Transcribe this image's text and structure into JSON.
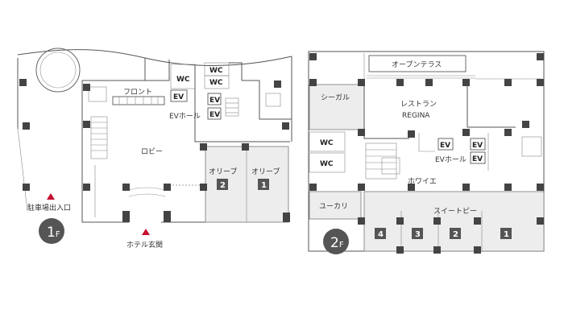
{
  "floor1": {
    "badge": {
      "number": "1",
      "suffix": "F"
    },
    "labels": {
      "front": "フロント",
      "wc_a": "WC",
      "wc_b": "WC",
      "wc_c": "WC",
      "ev_a": "EV",
      "ev_b": "EV",
      "ev_c": "EV",
      "ev_hall": "EVホール",
      "lobby": "ロビー",
      "olive_left": "オリーブ",
      "olive_right": "オリーブ",
      "olive_num_left": "2",
      "olive_num_right": "1",
      "parking": "駐車場出入口",
      "hotel_entrance": "ホテル玄関"
    }
  },
  "floor2": {
    "badge": {
      "number": "2",
      "suffix": "F"
    },
    "labels": {
      "open_terrace": "オープンテラス",
      "seagull": "シーガル",
      "restaurant": "レストラン",
      "restaurant_name": "REGINA",
      "wc_a": "WC",
      "wc_b": "WC",
      "ev_a": "EV",
      "ev_b": "EV",
      "ev_c": "EV",
      "ev_hall": "EVホール",
      "foyer": "ホワイエ",
      "eucalyptus": "ユーカリ",
      "sweet_pea": "スイートピー",
      "sp_num_4": "4",
      "sp_num_3": "3",
      "sp_num_2": "2",
      "sp_num_1": "1"
    }
  },
  "colors": {
    "accent_marker": "#c8102e",
    "room_fill": "#ededed",
    "badge": "#555555"
  }
}
